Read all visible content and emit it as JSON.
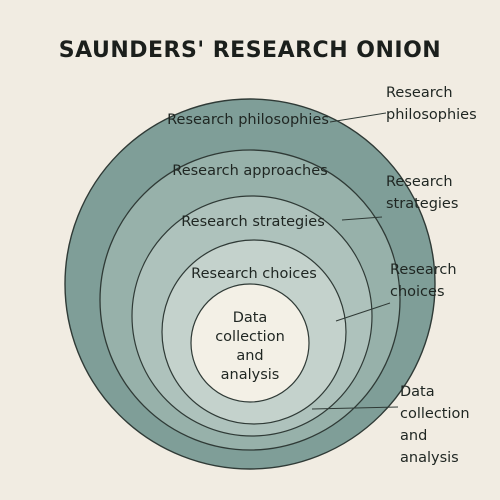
{
  "title": "SAUNDERS' RESEARCH ONION",
  "layers": [
    {
      "label": "Research philosophies",
      "fill": "#7f9e98"
    },
    {
      "label": "Research approaches",
      "fill": "#97b1aa"
    },
    {
      "label": "Research strategies",
      "fill": "#aec2bc"
    },
    {
      "label": "Research choices",
      "fill": "#c4d2cc"
    },
    {
      "label": "Data collection and analysis",
      "lines": [
        "Data",
        "collection",
        "and",
        "analysis"
      ],
      "fill": "#f3f0e6"
    }
  ],
  "callouts": [
    {
      "lines": [
        "Research",
        "philosophies"
      ]
    },
    {
      "lines": [
        "Research",
        "strategies"
      ]
    },
    {
      "lines": [
        "Research",
        "choices"
      ]
    },
    {
      "lines": [
        "Data",
        "collection",
        "and",
        "analysis"
      ]
    }
  ],
  "colors": {
    "background": "#f1ece2",
    "outline": "#2f3a36",
    "text": "#1f2622"
  }
}
